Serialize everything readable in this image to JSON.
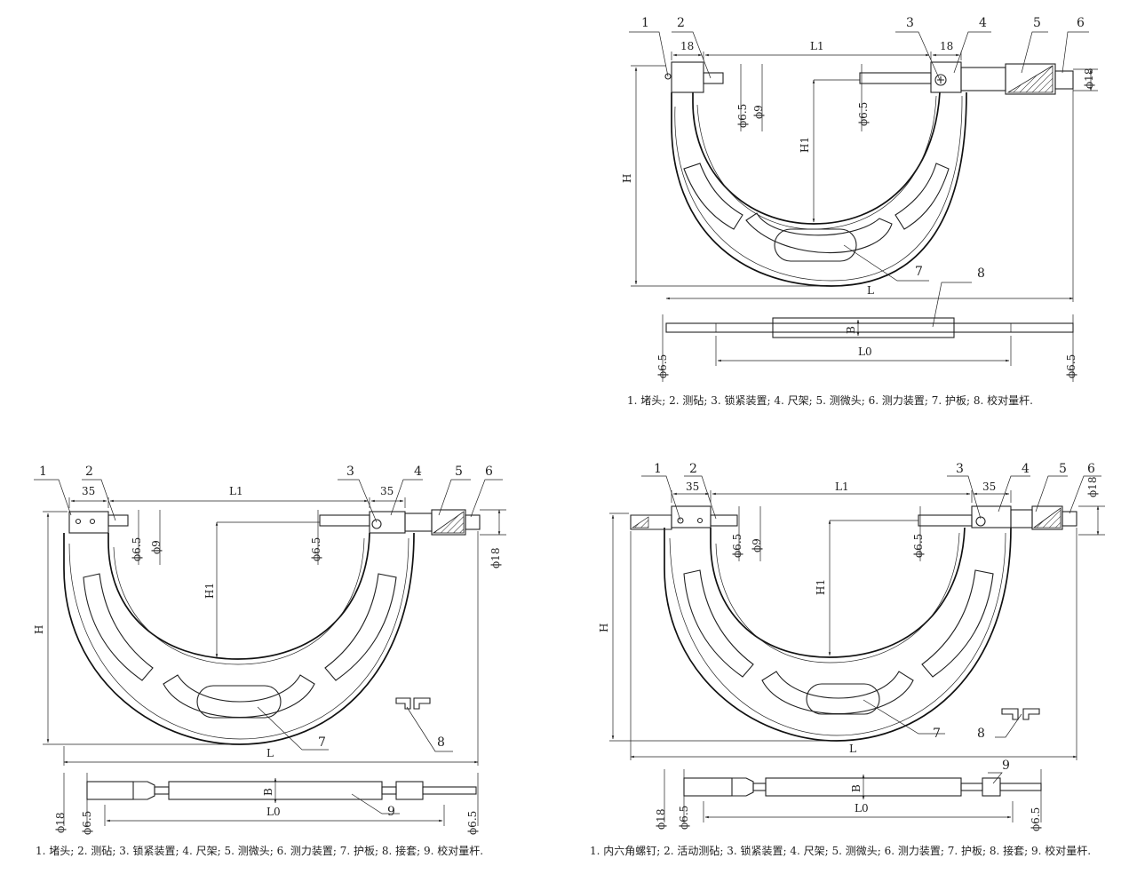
{
  "diagrams": [
    {
      "id": "top",
      "callouts": [
        "1",
        "2",
        "3",
        "4",
        "5",
        "6",
        "7",
        "8"
      ],
      "dims": {
        "left_block": "18",
        "span": "L1",
        "right_block": "18",
        "anvil_dia": "ϕ6.5",
        "anvil_dia2": "ϕ9",
        "spindle_dia": "ϕ6.5",
        "height": "H",
        "inner_height": "H1",
        "thimble_dia": "ϕ18",
        "length": "L"
      },
      "rod": {
        "b": "B",
        "l0": "L0",
        "left_dia": "ϕ6.5",
        "right_dia": "ϕ6.5"
      },
      "caption": "1. 堵头; 2. 测砧; 3. 锁紧装置; 4. 尺架; 5. 测微头; 6. 测力装置; 7. 护板; 8. 校对量杆."
    },
    {
      "id": "bottom-left",
      "callouts": [
        "1",
        "2",
        "3",
        "4",
        "5",
        "6",
        "7",
        "8",
        "9"
      ],
      "dims": {
        "left_block": "35",
        "span": "L1",
        "right_block": "35",
        "anvil_dia": "ϕ6.5",
        "anvil_dia2": "ϕ9",
        "spindle_dia": "ϕ6.5",
        "height": "H",
        "inner_height": "H1",
        "thimble_dia": "ϕ18",
        "length": "L"
      },
      "rod": {
        "b": "B",
        "l0": "L0",
        "left_dia": "ϕ18",
        "left_dia2": "ϕ6.5",
        "right_dia": "ϕ6.5"
      },
      "caption": "1. 堵头; 2. 测砧; 3. 锁紧装置; 4. 尺架; 5. 测微头; 6. 测力装置; 7. 护板; 8. 接套; 9. 校对量杆."
    },
    {
      "id": "bottom-right",
      "callouts": [
        "1",
        "2",
        "3",
        "4",
        "5",
        "6",
        "7",
        "8",
        "9"
      ],
      "dims": {
        "left_block": "35",
        "span": "L1",
        "right_block": "35",
        "anvil_dia": "ϕ6.5",
        "anvil_dia2": "ϕ9",
        "spindle_dia": "ϕ6.5",
        "height": "H",
        "inner_height": "H1",
        "thimble_dia": "ϕ18",
        "length": "L"
      },
      "rod": {
        "b": "B",
        "l0": "L0",
        "left_dia": "ϕ18",
        "left_dia2": "ϕ6.5",
        "right_dia": "ϕ6.5"
      },
      "caption": "1. 内六角螺钉; 2. 活动测砧; 3. 锁紧装置; 4. 尺架; 5. 测微头; 6. 测力装置; 7. 护板; 8. 接套; 9. 校对量杆."
    }
  ]
}
